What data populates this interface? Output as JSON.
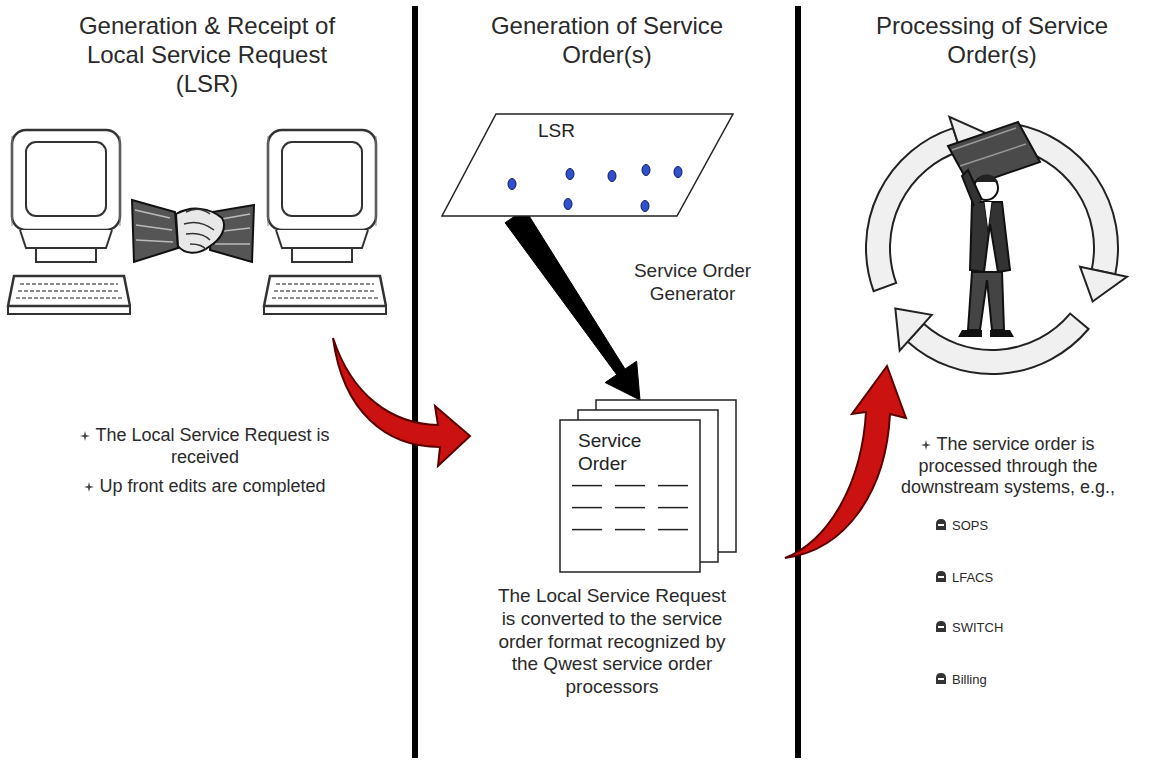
{
  "diagram": {
    "nodes": [
      {
        "text": [
          "LSR"
        ]
      },
      {
        "text": [
          "Service Order"
        ]
      }
    ],
    "edges": [
      {
        "from": 0,
        "to": 1,
        "arrow": "to",
        "label": "Service Order Generator"
      }
    ],
    "labels": [
      "Generation & Receipt of Local Service Request (LSR)",
      "Generation of Service Order(s)",
      "Processing of Service Order(s)",
      "The Local Service Request is received",
      "Up front edits are completed",
      "The Local Service Request is converted to the service order format recognized by the Qwest service order processors",
      "The service order is processed through the downstream systems, e.g.,",
      "SOPS",
      "LFACS",
      "SWITCH",
      "Billing"
    ]
  }
}
